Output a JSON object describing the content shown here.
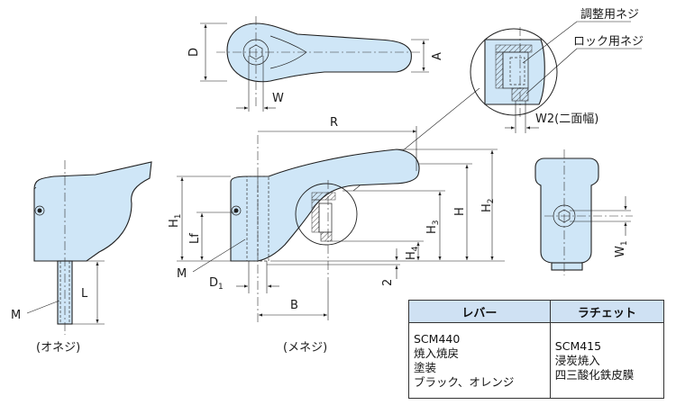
{
  "callouts": {
    "adjust_screw": "調整用ネジ",
    "lock_screw": "ロック用ネジ",
    "w2_label": "W2(二面幅)"
  },
  "dims": {
    "D": "D",
    "A": "A",
    "W": "W",
    "R": "R",
    "H1": "H",
    "H1_sub": "1",
    "Lf": "Lf",
    "M": "M",
    "D1": "D",
    "D1_sub": "1",
    "B": "B",
    "H": "H",
    "H2": "H",
    "H2_sub": "2",
    "H3": "H",
    "H3_sub": "3",
    "H4": "H",
    "H4_sub": "4",
    "two": "2",
    "L": "L",
    "W1": "W",
    "W1_sub": "1"
  },
  "captions": {
    "male": "(オネジ)",
    "female": "(メネジ)"
  },
  "table": {
    "headers": [
      "レバー",
      "ラチェット"
    ],
    "lever": [
      "SCM440",
      "焼入焼戻",
      "塗装",
      "ブラック、オレンジ"
    ],
    "ratchet": [
      "SCM415",
      "浸炭焼入",
      "四三酸化鉄皮膜"
    ]
  }
}
